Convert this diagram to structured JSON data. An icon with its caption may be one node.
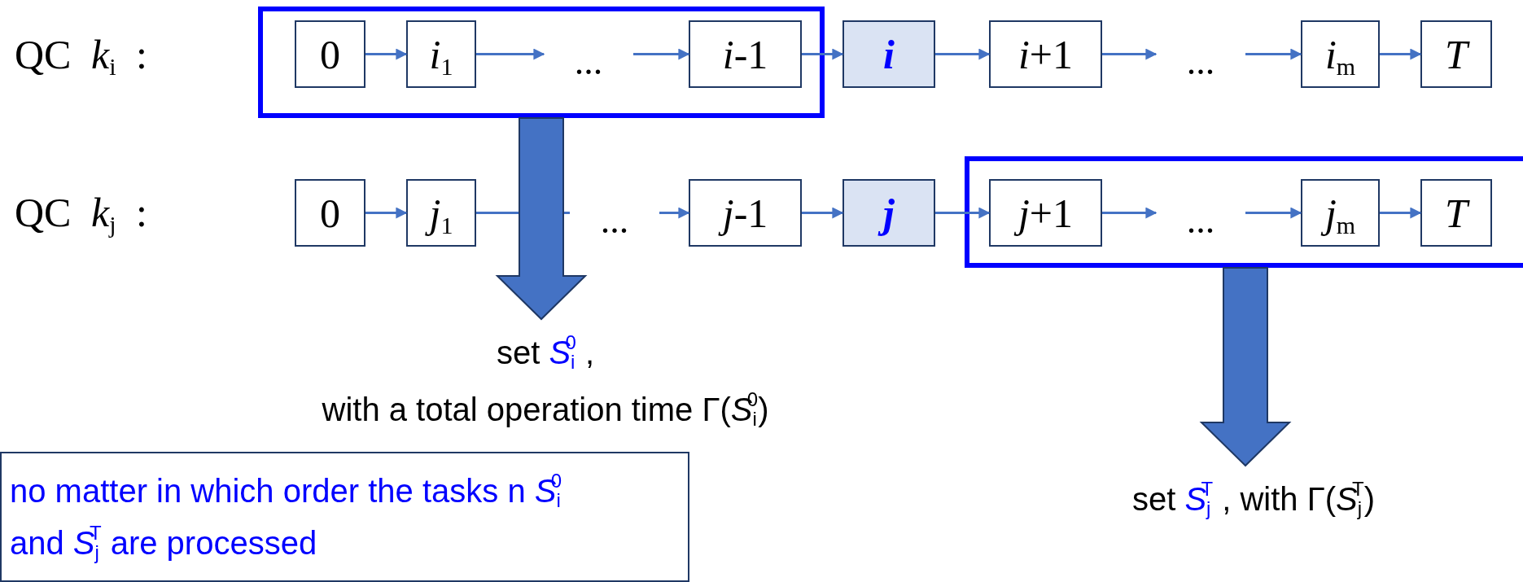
{
  "diagram": {
    "nodes": [
      {
        "text": [],
        "shape": "box"
      },
      {
        "text": [
          "0"
        ],
        "in": 0
      },
      {
        "text": [
          "*i*$_{1}$"
        ],
        "in": 0
      },
      {
        "text": [
          "..."
        ],
        "in": 0
      },
      {
        "text": [
          "*i*-1"
        ],
        "in": 0
      },
      {
        "text": [
          "i"
        ]
      },
      {
        "text": [
          "*i*+1"
        ]
      },
      {
        "text": [
          "..."
        ]
      },
      {
        "text": [
          "*i*$_{m}$"
        ]
      },
      {
        "text": [
          "T"
        ]
      },
      {
        "text": [
          "0"
        ]
      },
      {
        "text": [
          "*j*$_{1}$"
        ]
      },
      {
        "text": [
          "..."
        ]
      },
      {
        "text": [
          "*j*-1"
        ]
      },
      {
        "text": [
          "j"
        ]
      },
      {
        "text": [],
        "shape": "box"
      },
      {
        "text": [
          "*j*+1"
        ],
        "in": 15
      },
      {
        "text": [
          "..."
        ],
        "in": 15
      },
      {
        "text": [
          "*j*$_{m}$"
        ],
        "in": 15
      },
      {
        "text": [
          "T"
        ],
        "in": 15
      },
      {
        "text": [
          "set *S*$_{i}$$^{0}$ ,",
          "with a total operation time Γ(*S*$_{i}$$^{0}$)"
        ]
      },
      {
        "text": [
          "set *S*$_{j}$$^{T}$ , with Γ(*S*$_{j}$$^{T}$)"
        ]
      },
      {
        "text": [
          "no matter in which order the tasks n *S*$_{i}$$^{0}$ and *S*$_{j}$$^{T}$ are processed"
        ]
      }
    ],
    "edges": [
      {
        "from": 1,
        "to": 2,
        "arrow": "to"
      },
      {
        "from": 2,
        "to": 3,
        "arrow": "to"
      },
      {
        "from": 3,
        "to": 4,
        "arrow": "to"
      },
      {
        "from": 4,
        "to": 5,
        "arrow": "to"
      },
      {
        "from": 5,
        "to": 6,
        "arrow": "to"
      },
      {
        "from": 6,
        "to": 7,
        "arrow": "to"
      },
      {
        "from": 7,
        "to": 8,
        "arrow": "to"
      },
      {
        "from": 8,
        "to": 9,
        "arrow": "to"
      },
      {
        "from": 10,
        "to": 11,
        "arrow": "to"
      },
      {
        "from": 11,
        "to": 12,
        "arrow": "none"
      },
      {
        "from": 12,
        "to": 13,
        "arrow": "to"
      },
      {
        "from": 13,
        "to": 14,
        "arrow": "to"
      },
      {
        "from": 14,
        "to": 16,
        "arrow": "to"
      },
      {
        "from": 16,
        "to": 17,
        "arrow": "to"
      },
      {
        "from": 17,
        "to": 18,
        "arrow": "to"
      },
      {
        "from": 18,
        "to": 19,
        "arrow": "to"
      },
      {
        "from": 0,
        "to": 20,
        "arrow": "to",
        "style": "thick"
      },
      {
        "from": 15,
        "to": 21,
        "arrow": "to",
        "style": "thick"
      }
    ],
    "labels": [
      "QC *k*$_{i}$ :",
      "QC *k*$_{j}$ :"
    ]
  }
}
